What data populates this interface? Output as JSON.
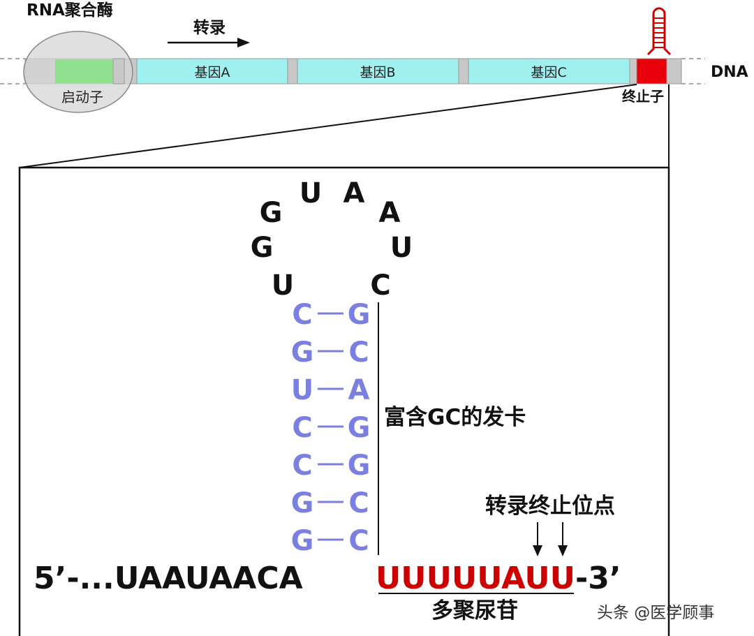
{
  "labels": {
    "rna_polymerase": "RNA聚合酶",
    "transcription": "转录",
    "promoter": "启动子",
    "gene_a": "基因A",
    "gene_b": "基因B",
    "gene_c": "基因C",
    "dna": "DNA",
    "terminator": "终止子",
    "gc_hairpin": "富含GC的发卡",
    "termination_site": "转录终止位点",
    "poly_u": "多聚尿苷",
    "watermark": "头条 @医学顾事"
  },
  "loop": [
    "G",
    "U",
    "A",
    "A",
    "G",
    "U",
    "U",
    "C"
  ],
  "stem_pairs": [
    [
      "C",
      "G"
    ],
    [
      "G",
      "C"
    ],
    [
      "U",
      "A"
    ],
    [
      "C",
      "G"
    ],
    [
      "C",
      "G"
    ],
    [
      "G",
      "C"
    ],
    [
      "G",
      "C"
    ]
  ],
  "sequence": {
    "five_prime": "5’-...UAAUAACA",
    "poly_u_run": "UUUUUAUU",
    "three_prime": "-3’"
  },
  "colors": {
    "gene": "#9ff0ef",
    "promoter": "#8fe08f",
    "terminator": "#e8000b",
    "polymerase": "#d6d6d6",
    "stem": "#7b7fe0",
    "poly_u": "#cc0000",
    "text": "#111111"
  }
}
